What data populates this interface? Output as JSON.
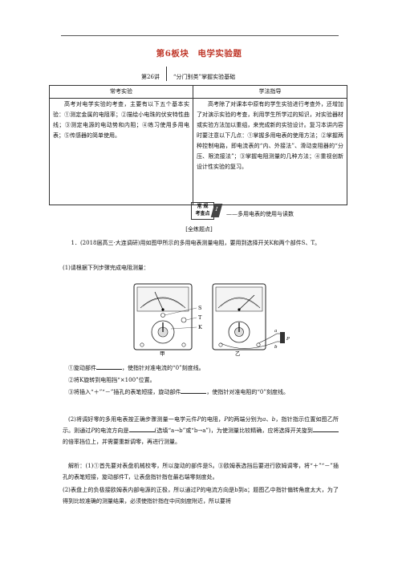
{
  "header": {
    "title": "第6板块　电学实验题",
    "lecture_num": "第26讲",
    "lecture_title": "“分门别类”掌握实验基础"
  },
  "guide_table": {
    "col1_header": "常考实验",
    "col2_header": "学法指导",
    "col1_text": "高考对电学实验的考查，主要有以下五个基本实验：①测定金属的电阻率；②描绘小电珠的伏安特性曲线；③测定电源的电动势和内阻；④练习使用多用电表；⑤传感器的简单使用。",
    "col2_text": "高考除了对课本中原有的学生实验进行考查外，还增加了对演示实验的考查，利用学生所学过的知识，对实验器材或实验方法加以重组，来完成新的实验设计。复习本讲内容时要注意以下几点：①掌握多用电表的使用方法；②掌握两种控制电路，即电流表的“内、外接法”、滑动变阻器的“分压、限流接法”；③掌握电阻测量的几种方法；④重视创新设计性实验的复习。"
  },
  "tag": {
    "line1": "常 规",
    "line2": "考查点",
    "roman": "I",
    "text": "——多用电表的使用与读数"
  },
  "subhead": "[全练题点]",
  "question": {
    "stem": "1．(2018届高三·大连调研)用如图甲所示的多用电表测量电阻，要用到选择开关K和两个部件S、T。",
    "part1": "(1)请根据下列步骤完成电阻测量：",
    "step1a": "①旋动部件",
    "step1b": "，使指针对准电流的“0”刻度线。",
    "step2": "②将K旋转到电阻挡“×100”位置。",
    "step3a": "③将插入“＋”“－”插孔的表笔短接，旋动部件",
    "step3b": "，使指针对准电阻的“0”刻度线。",
    "part2a": "(2)将调好零的多用电表按正确步骤测量一电学元件",
    "part2_p": "P",
    "part2b": "的电阻，",
    "part2c": "的两端分别为",
    "part2_a": "a",
    "part2_sep": "、",
    "part2_b": "b",
    "part2d": "，指针指示位置如图乙所示。则通过",
    "part2e": "的电流方向是",
    "part2f": "(选填“a→b”或“b→a”)，为使测量比较精确，应将选择开关旋到",
    "part2g": "的倍率挡位上，并需要重新调零，再进行测量。",
    "solution1": "解析：(1)①首先要对表盘机械校零，所以旋动的部件是S。③欧姆表选挡后要进行欧姆调零，将“＋”“－”插孔的表笔短接，旋动部件T，让表盘指针指在最右端零刻度处。",
    "solution2": "(2)表盘上的负极接欧姆表内部电源的正极，所以通过P的电流方向是b到a；题图乙中指针偏转角度太大，为了得到比较准确的测量结果，必须使指针指在中间刻度附近，所以要将"
  },
  "figure": {
    "label_jia": "甲",
    "label_yi": "乙",
    "label_s": "S",
    "label_t": "T",
    "label_k": "K",
    "label_a": "a",
    "label_b": "b",
    "label_p": "P"
  }
}
